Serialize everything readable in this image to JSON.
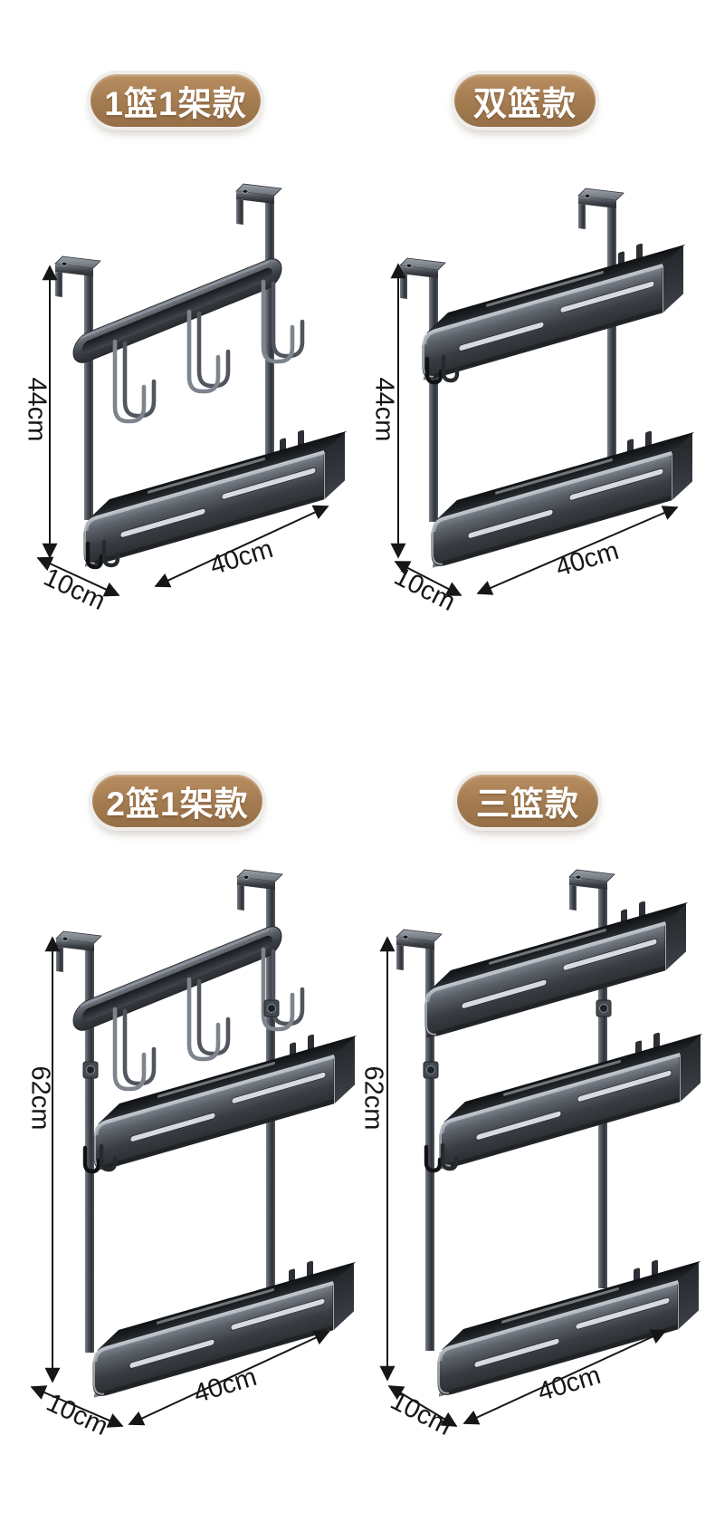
{
  "page": {
    "background": "#ffffff"
  },
  "variants": [
    {
      "badge": "1篮1架款",
      "height": "44cm",
      "depth": "10cm",
      "length": "40cm",
      "composition": "hook-rail-and-1-basket"
    },
    {
      "badge": "双篮款",
      "height": "44cm",
      "depth": "10cm",
      "length": "40cm",
      "composition": "2-baskets"
    },
    {
      "badge": "2篮1架款",
      "height": "62cm",
      "depth": "10cm",
      "length": "40cm",
      "composition": "hook-rail-and-2-baskets"
    },
    {
      "badge": "三篮款",
      "height": "62cm",
      "depth": "10cm",
      "length": "40cm",
      "composition": "3-baskets"
    }
  ],
  "colors": {
    "badge_fill": "#a67d52",
    "badge_ring": "#efedea",
    "badge_text": "#ffffff",
    "dimension_text": "#161616",
    "metal_dark": "#2c2f34",
    "metal_mid": "#5d626a",
    "metal_light": "#aab0b8"
  }
}
